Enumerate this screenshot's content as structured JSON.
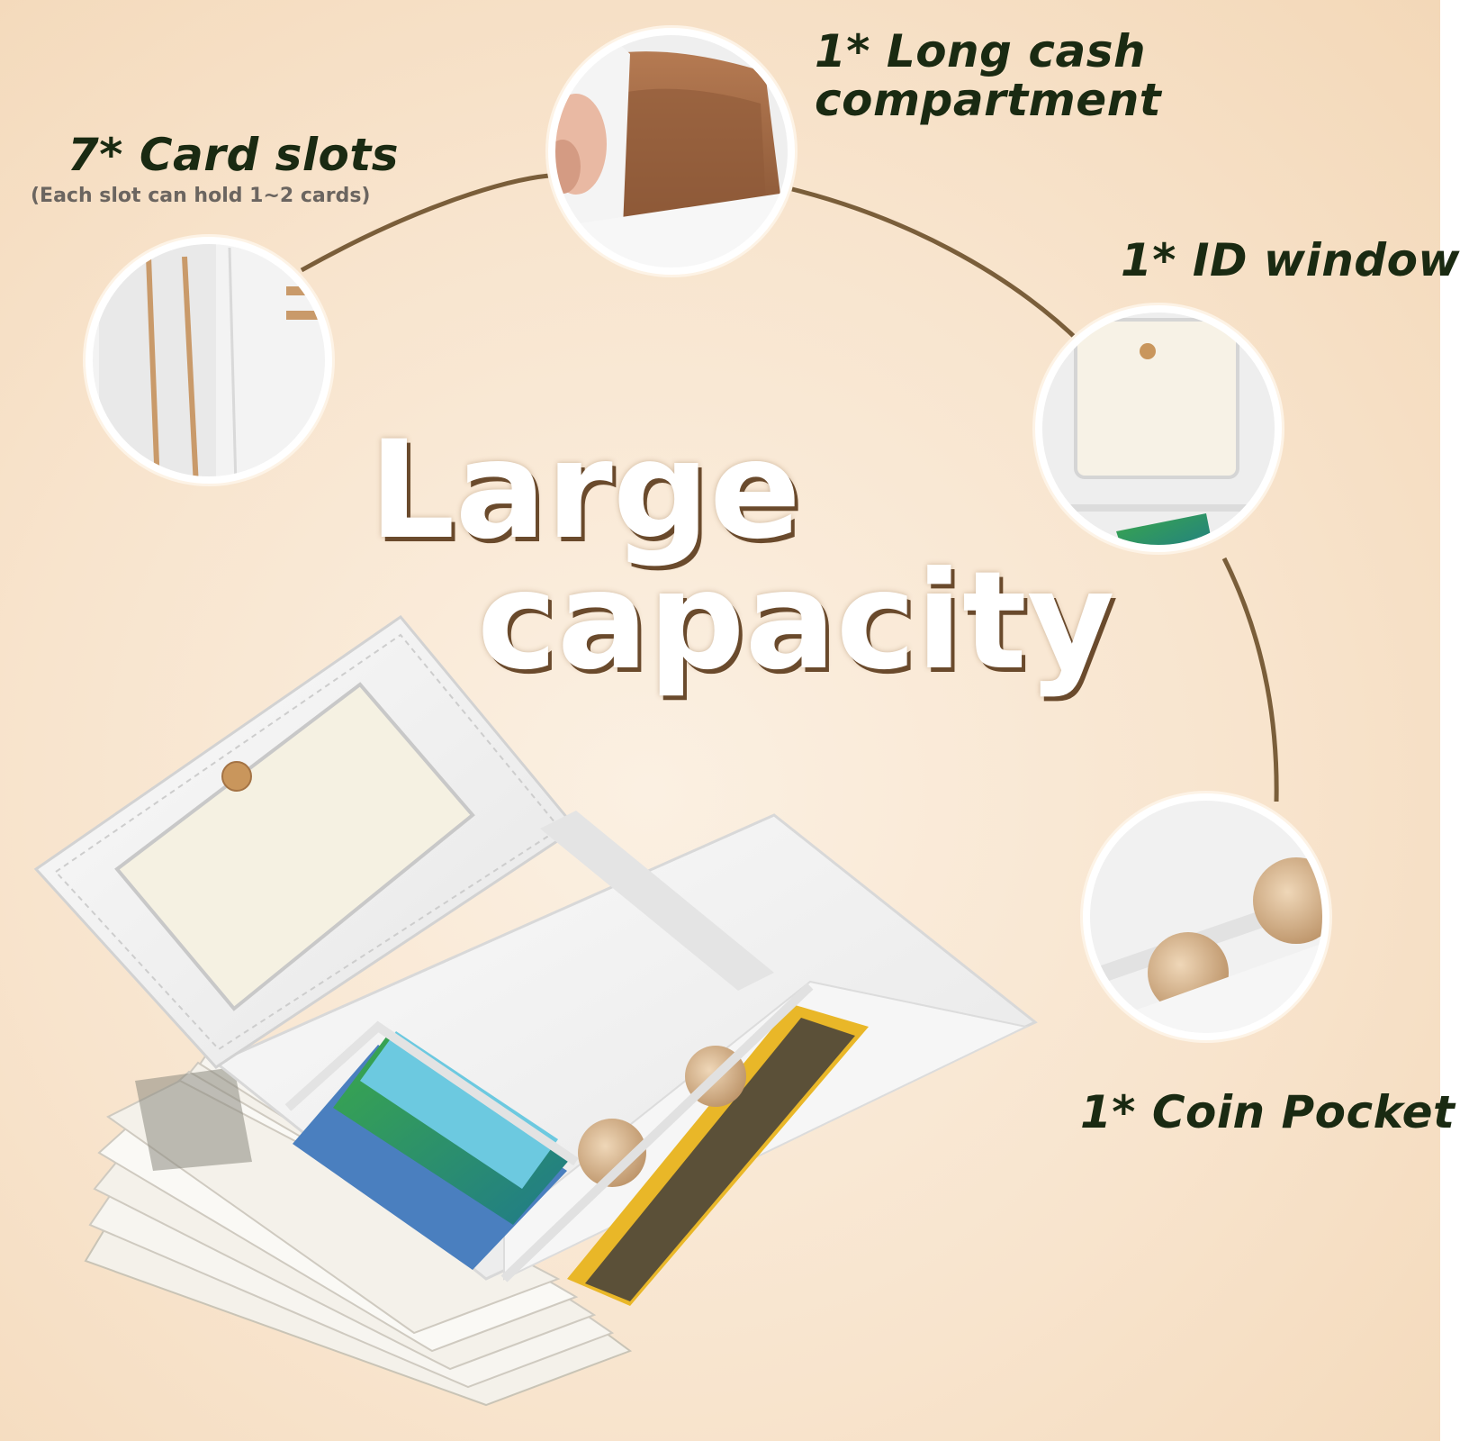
{
  "headline": {
    "line1": "Large",
    "line2": "capacity"
  },
  "features": {
    "cash": {
      "line1": "1* Long cash",
      "line2": "compartment"
    },
    "cards": {
      "title": "7* Card slots",
      "note": "(Each slot can hold 1~2 cards)"
    },
    "id_window": {
      "title": "1* ID window"
    },
    "coin": {
      "title": "1* Coin Pocket"
    }
  },
  "colors": {
    "background": "#f8e4cd",
    "arc": "#7a5e3a",
    "label_text": "#1a2a12",
    "headline_text": "#ffffff",
    "headline_shadow": "#6a4a2c",
    "wallet": "#f2f2f2",
    "stitch": "#c9c9c9"
  }
}
